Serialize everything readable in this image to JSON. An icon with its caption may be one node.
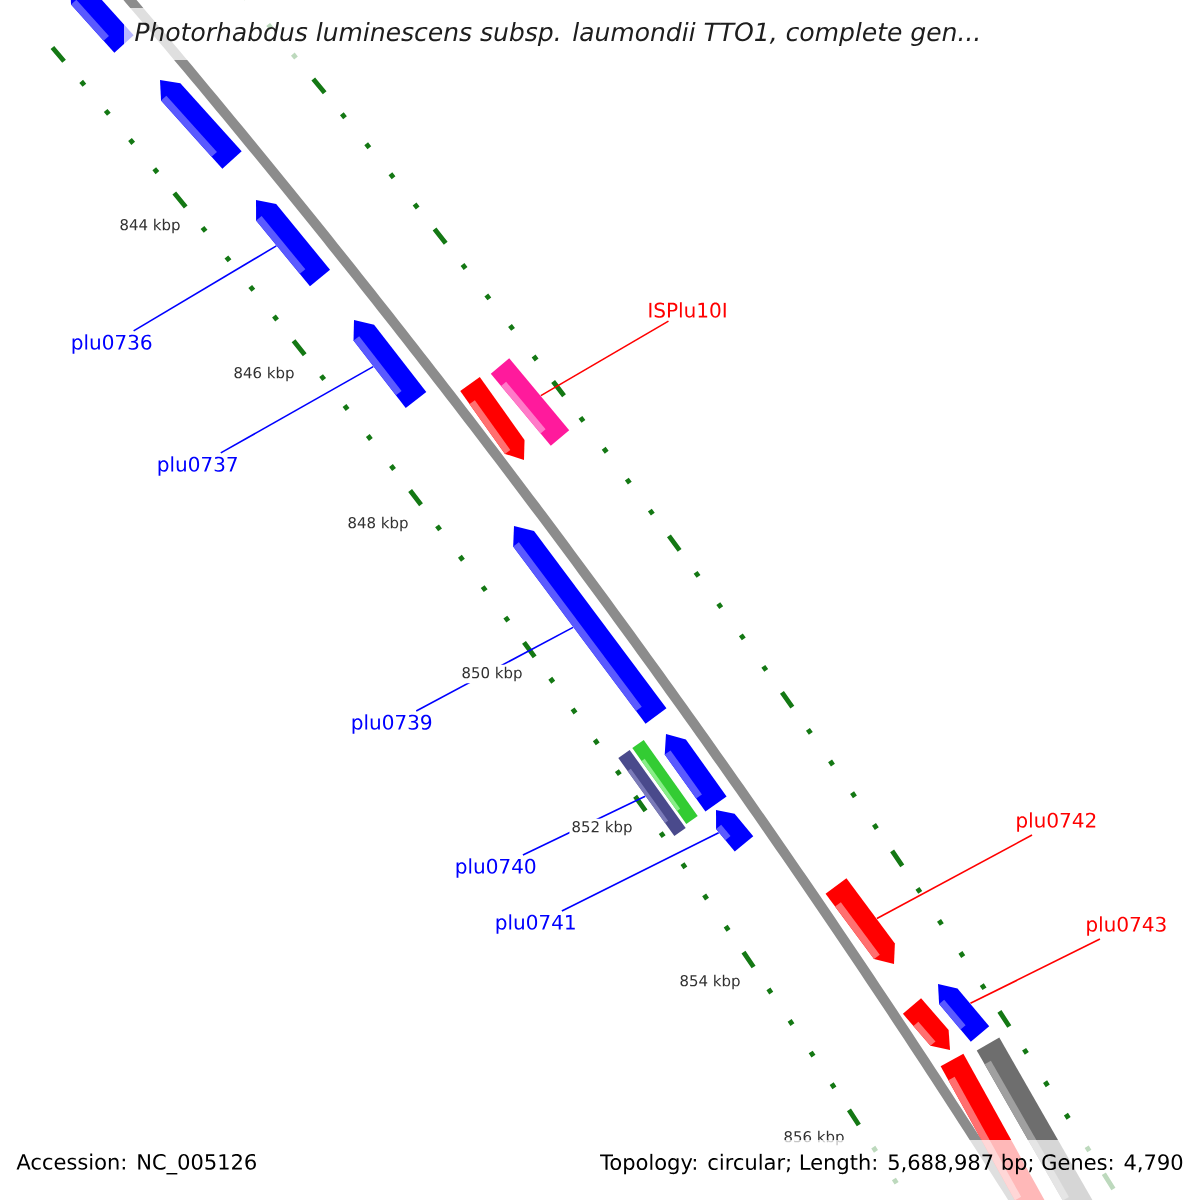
{
  "diagram": {
    "title": "Photorhabdus luminescens subsp. laumondii TTO1, complete gen...",
    "nodes": [
      {
        "text": [
          "plu0736"
        ]
      },
      {
        "text": [
          "plu0737"
        ]
      },
      {
        "text": [
          "ISPlu10I"
        ]
      },
      {
        "text": [
          "plu0739"
        ]
      },
      {
        "text": [
          "plu0740"
        ]
      },
      {
        "text": [
          "plu0741"
        ]
      },
      {
        "text": [
          "plu0742"
        ]
      },
      {
        "text": [
          "plu0743"
        ]
      },
      {
        "text": [],
        "shape": "bar"
      },
      {
        "text": [],
        "shape": "bar"
      },
      {
        "text": [],
        "shape": "bar"
      },
      {
        "text": [],
        "shape": "bar"
      },
      {
        "text": [],
        "shape": "bar"
      },
      {
        "text": [],
        "shape": "bar"
      },
      {
        "text": [],
        "shape": "bar"
      },
      {
        "text": [],
        "shape": "bar"
      },
      {
        "text": [],
        "shape": "bar"
      },
      {
        "text": [],
        "shape": "bar"
      },
      {
        "text": [],
        "shape": "bar"
      },
      {
        "text": [],
        "shape": "bar"
      },
      {
        "text": [],
        "shape": "bar"
      },
      {
        "text": [],
        "shape": "bar"
      },
      {
        "text": [],
        "shape": "bar"
      },
      {
        "text": [],
        "shape": "bar"
      }
    ],
    "edges": [
      {
        "from": 0,
        "to": 10,
        "arrow": "none"
      },
      {
        "from": 1,
        "to": 11,
        "arrow": "none"
      },
      {
        "from": 2,
        "to": 13,
        "arrow": "none",
        "color": "#ff0000"
      },
      {
        "from": 3,
        "to": 14,
        "arrow": "none"
      },
      {
        "from": 4,
        "to": 15,
        "arrow": "none"
      },
      {
        "from": 5,
        "to": 18,
        "arrow": "none"
      },
      {
        "from": 6,
        "to": 19,
        "arrow": "none",
        "color": "#ff0000"
      },
      {
        "from": 7,
        "to": 21,
        "arrow": "none",
        "color": "#ff0000"
      }
    ],
    "labels": [
      "844 kbp",
      "846 kbp",
      "848 kbp",
      "850 kbp",
      "852 kbp",
      "854 kbp",
      "856 kbp",
      "Accession: NC_005126",
      "Topology: circular; Length: 5,688,987 bp; Genes: 4,790"
    ]
  }
}
